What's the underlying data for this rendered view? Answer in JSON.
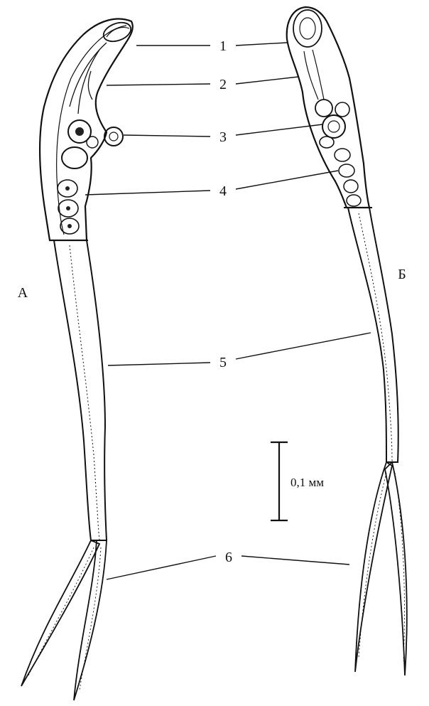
{
  "figure": {
    "labels": {
      "specimen_a": "А",
      "specimen_b": "Б"
    },
    "callouts": [
      "1",
      "2",
      "3",
      "4",
      "5",
      "6"
    ],
    "scale_bar": {
      "label": "0,1 мм"
    },
    "colors": {
      "ink": "#111111",
      "background": "#ffffff"
    }
  }
}
